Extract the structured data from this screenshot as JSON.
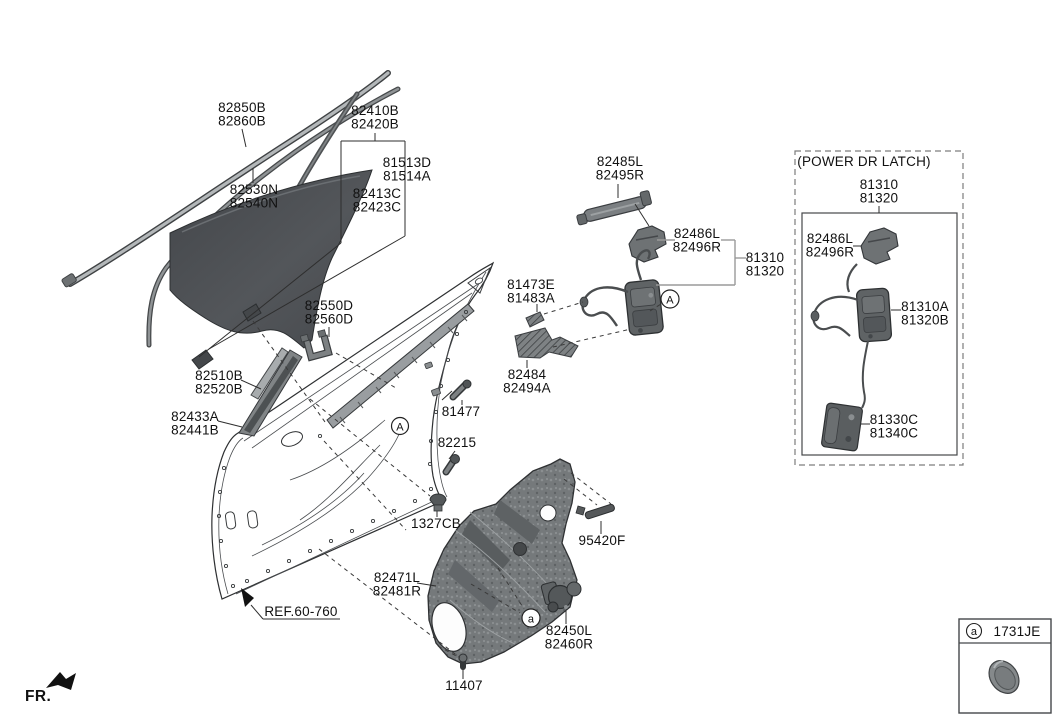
{
  "diagram": {
    "fr_label": "FR.",
    "ref_label": "REF.60-760",
    "power_box": {
      "title": "(POWER DR LATCH)"
    },
    "legend": {
      "marker": "a",
      "code": "1731JE"
    },
    "callouts": {
      "door": "A",
      "latch": "A",
      "module": "a"
    },
    "labels": [
      {
        "line1": "82850B",
        "line2": "82860B"
      },
      {
        "line1": "82530N",
        "line2": "82540N"
      },
      {
        "line1": "82410B",
        "line2": "82420B"
      },
      {
        "line1": "81513D",
        "line2": "81514A"
      },
      {
        "line1": "82413C",
        "line2": "82423C"
      },
      {
        "line1": "82550D",
        "line2": "82560D"
      },
      {
        "line1": "82510B",
        "line2": "82520B"
      },
      {
        "line1": "82433A",
        "line2": "82441B"
      },
      {
        "line1": "82485L",
        "line2": "82495R"
      },
      {
        "line1": "82486L",
        "line2": "82496R"
      },
      {
        "line1": "81310",
        "line2": "81320"
      },
      {
        "line1": "81473E",
        "line2": "81483A"
      },
      {
        "line1": "82484",
        "line2": "82494A"
      },
      {
        "line1": "81477"
      },
      {
        "line1": "82215"
      },
      {
        "line1": "1327CB"
      },
      {
        "line1": "95420F"
      },
      {
        "line1": "82471L",
        "line2": "82481R"
      },
      {
        "line1": "82450L",
        "line2": "82460R"
      },
      {
        "line1": "11407"
      },
      {
        "line1": "81310",
        "line2": "81320"
      },
      {
        "line1": "82486L",
        "line2": "82496R"
      },
      {
        "line1": "81310A",
        "line2": "81320B"
      },
      {
        "line1": "81330C",
        "line2": "81340C"
      }
    ]
  }
}
